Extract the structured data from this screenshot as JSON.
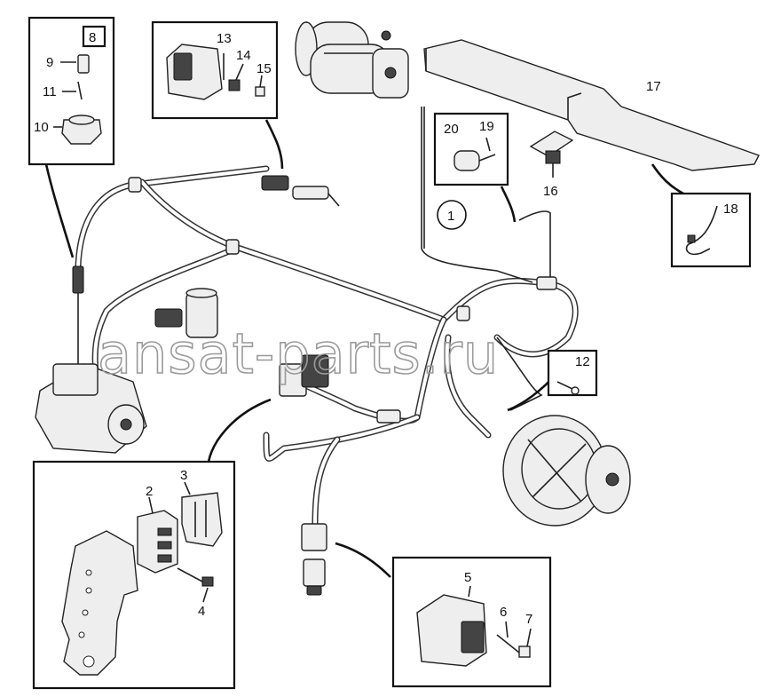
{
  "watermark": "ansat-parts.ru",
  "labels": {
    "n1": "1",
    "n2": "2",
    "n3": "3",
    "n4": "4",
    "n5": "5",
    "n6": "6",
    "n7": "7",
    "n8": "8",
    "n9": "9",
    "n10": "10",
    "n11": "11",
    "n12": "12",
    "n13": "13",
    "n14": "14",
    "n15": "15",
    "n16": "16",
    "n17": "17",
    "n18": "18",
    "n19": "19",
    "n20": "20"
  }
}
